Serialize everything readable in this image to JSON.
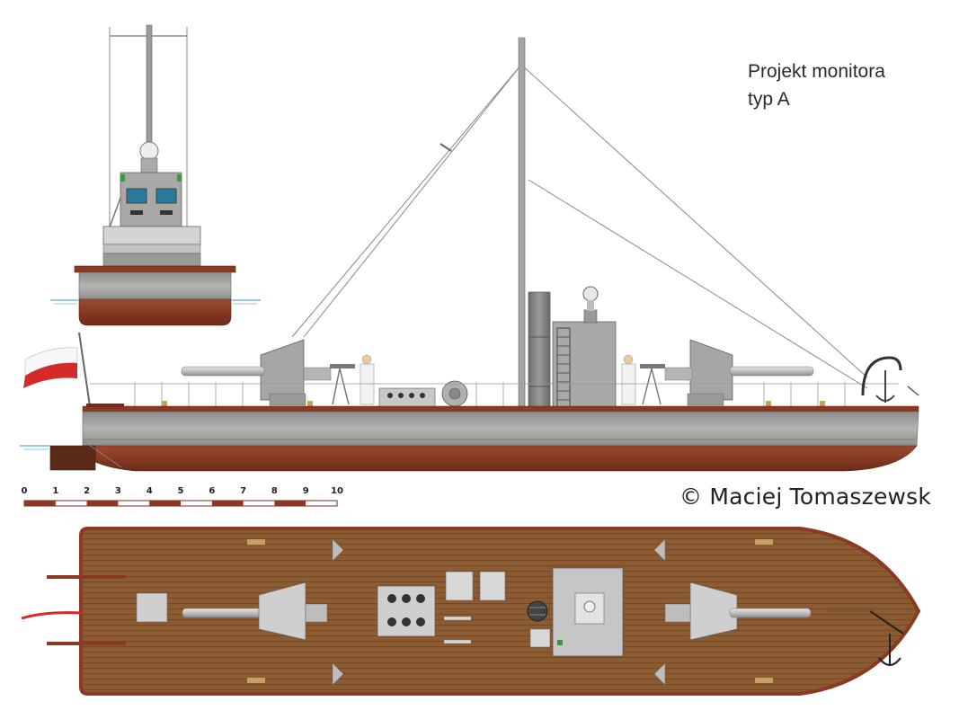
{
  "title": {
    "line1": "Projekt monitora",
    "line2": "typ A"
  },
  "copyright": {
    "symbol": "©",
    "author": "Maciej Tomaszewsk"
  },
  "scale": {
    "labels": [
      "0",
      "1",
      "2",
      "3",
      "4",
      "5",
      "6",
      "7",
      "8",
      "9",
      "10"
    ]
  },
  "colors": {
    "hull_red": "#8a3a22",
    "hull_gray": "#9c9c9a",
    "deck_wood": "#8a5a32",
    "water": "#9cc7dc",
    "flag_red": "#d42a2a"
  }
}
